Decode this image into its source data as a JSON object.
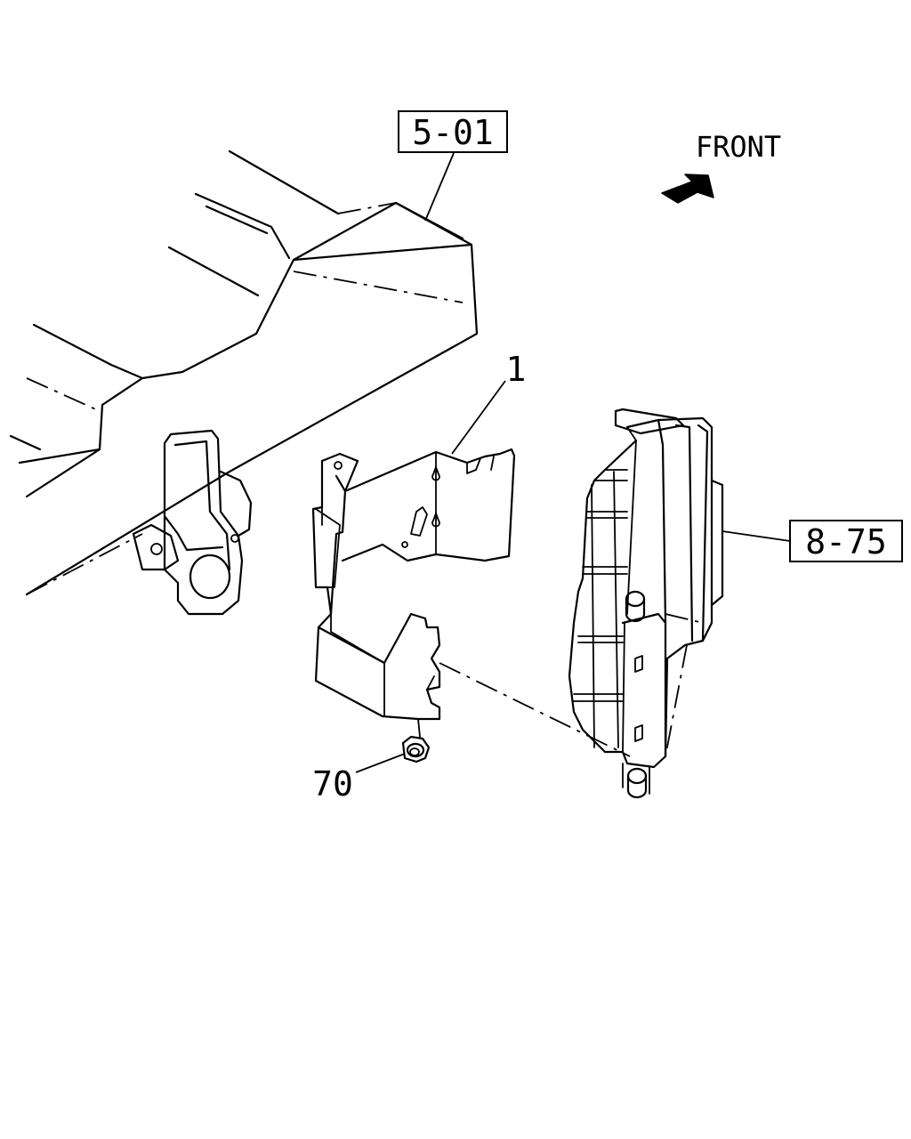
{
  "orientation": {
    "label": "FRONT",
    "icon": "arrow-icon"
  },
  "callouts": {
    "frame_ref": "5-01",
    "bracket_part": "1",
    "controller_ref": "8-75",
    "nut_part": "70"
  },
  "colors": {
    "line": "#000000",
    "background": "#ffffff"
  }
}
